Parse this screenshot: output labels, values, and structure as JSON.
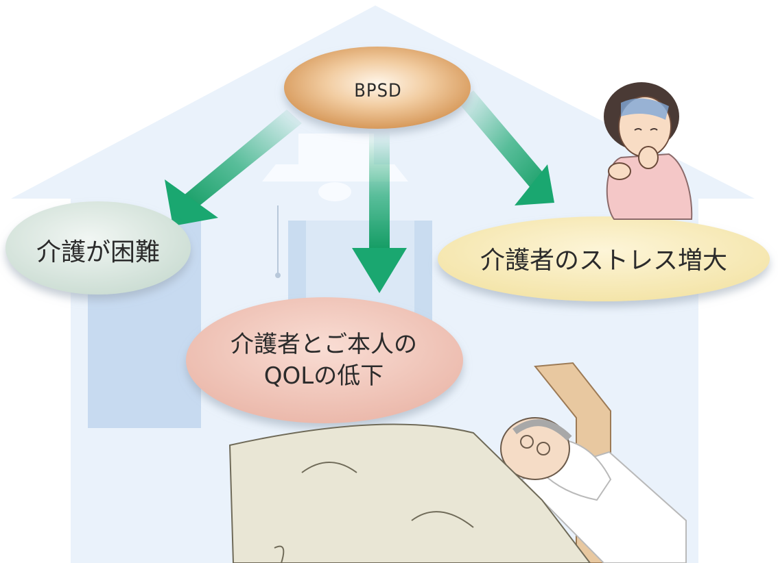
{
  "diagram": {
    "center": "BPSD",
    "effects": [
      {
        "text": "介護が困難"
      },
      {
        "text": "介護者とご本人の",
        "text2": "QOLの低下"
      },
      {
        "text": "介護者のストレス増大"
      }
    ]
  },
  "colors": {
    "house": "#eaf2fb",
    "window": "#c7daf0",
    "arrow": "#1aa770",
    "center_bubble": "#e0a468",
    "left_bubble": "#d9e7e0",
    "bottom_bubble": "#f2c8bd",
    "right_bubble": "#f8ecbc"
  },
  "icons": [
    "house-background",
    "lamp-icon",
    "curtain-window-icon",
    "stressed-caregiver-figure",
    "elderly-person-in-bed-figure"
  ]
}
